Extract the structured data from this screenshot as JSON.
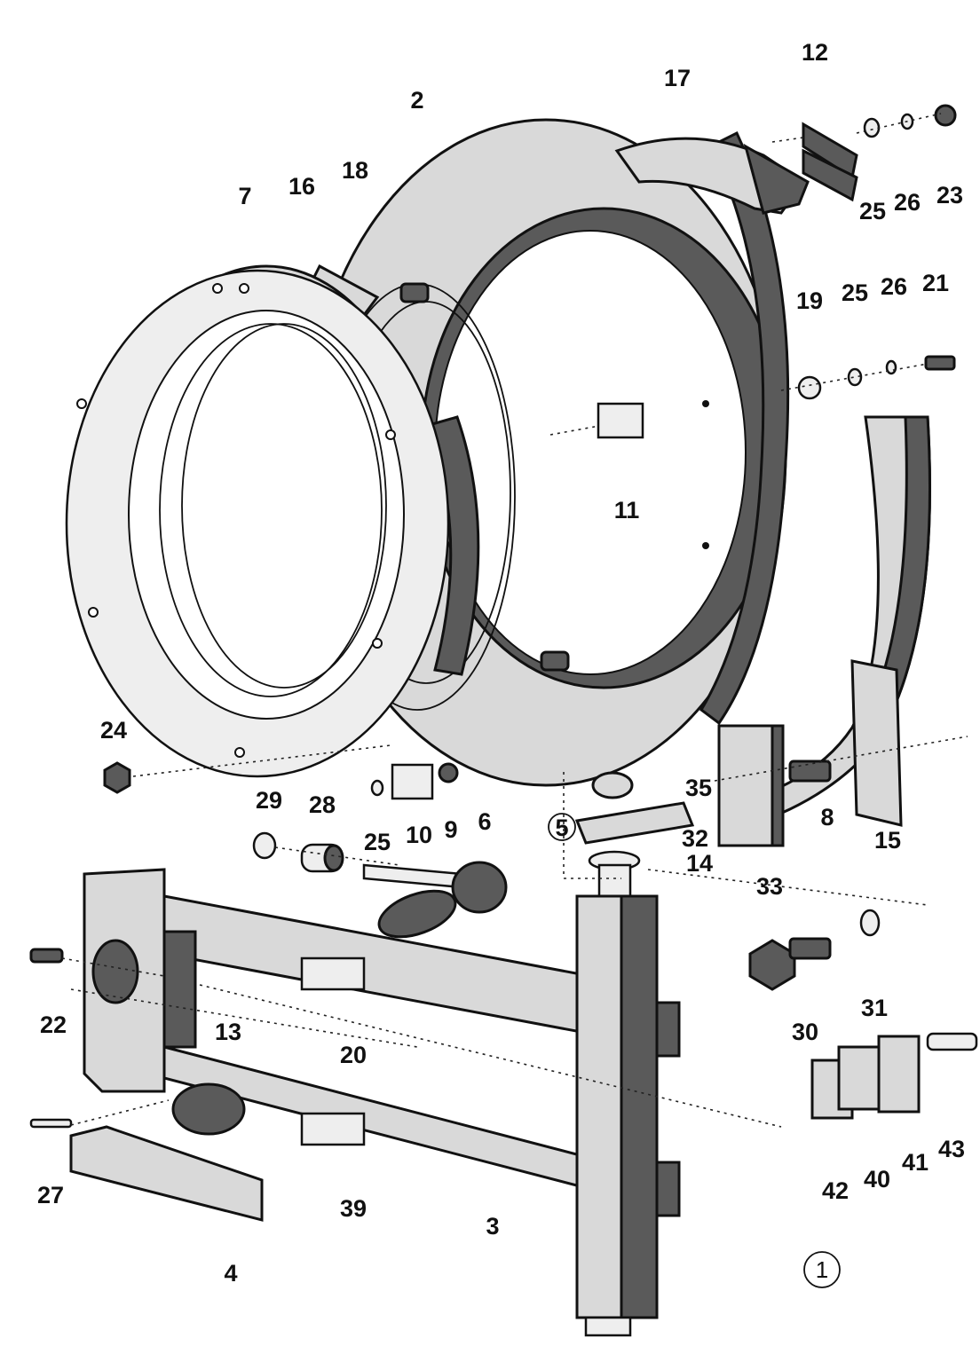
{
  "callouts": [
    {
      "id": "p2",
      "text": "2"
    },
    {
      "id": "p17",
      "text": "17"
    },
    {
      "id": "p12",
      "text": "12"
    },
    {
      "id": "p25a",
      "text": "25"
    },
    {
      "id": "p26a",
      "text": "26"
    },
    {
      "id": "p23",
      "text": "23"
    },
    {
      "id": "p7",
      "text": "7"
    },
    {
      "id": "p16",
      "text": "16"
    },
    {
      "id": "p18",
      "text": "18"
    },
    {
      "id": "p19",
      "text": "19"
    },
    {
      "id": "p25b",
      "text": "25"
    },
    {
      "id": "p26b",
      "text": "26"
    },
    {
      "id": "p21",
      "text": "21"
    },
    {
      "id": "p11",
      "text": "11"
    },
    {
      "id": "p24",
      "text": "24"
    },
    {
      "id": "p29",
      "text": "29"
    },
    {
      "id": "p28",
      "text": "28"
    },
    {
      "id": "p25c",
      "text": "25"
    },
    {
      "id": "p10",
      "text": "10"
    },
    {
      "id": "p9",
      "text": "9"
    },
    {
      "id": "p6",
      "text": "6"
    },
    {
      "id": "p5",
      "text": "5"
    },
    {
      "id": "p35",
      "text": "35"
    },
    {
      "id": "p32",
      "text": "32"
    },
    {
      "id": "p14",
      "text": "14"
    },
    {
      "id": "p8",
      "text": "8"
    },
    {
      "id": "p15",
      "text": "15"
    },
    {
      "id": "p33",
      "text": "33"
    },
    {
      "id": "p30",
      "text": "30"
    },
    {
      "id": "p31",
      "text": "31"
    },
    {
      "id": "p22",
      "text": "22"
    },
    {
      "id": "p20",
      "text": "20"
    },
    {
      "id": "p13",
      "text": "13"
    },
    {
      "id": "p27",
      "text": "27"
    },
    {
      "id": "p39",
      "text": "39"
    },
    {
      "id": "p3",
      "text": "3"
    },
    {
      "id": "p4",
      "text": "4"
    },
    {
      "id": "p42",
      "text": "42"
    },
    {
      "id": "p40",
      "text": "40"
    },
    {
      "id": "p41",
      "text": "41"
    },
    {
      "id": "p43",
      "text": "43"
    }
  ],
  "figure_number": "1"
}
